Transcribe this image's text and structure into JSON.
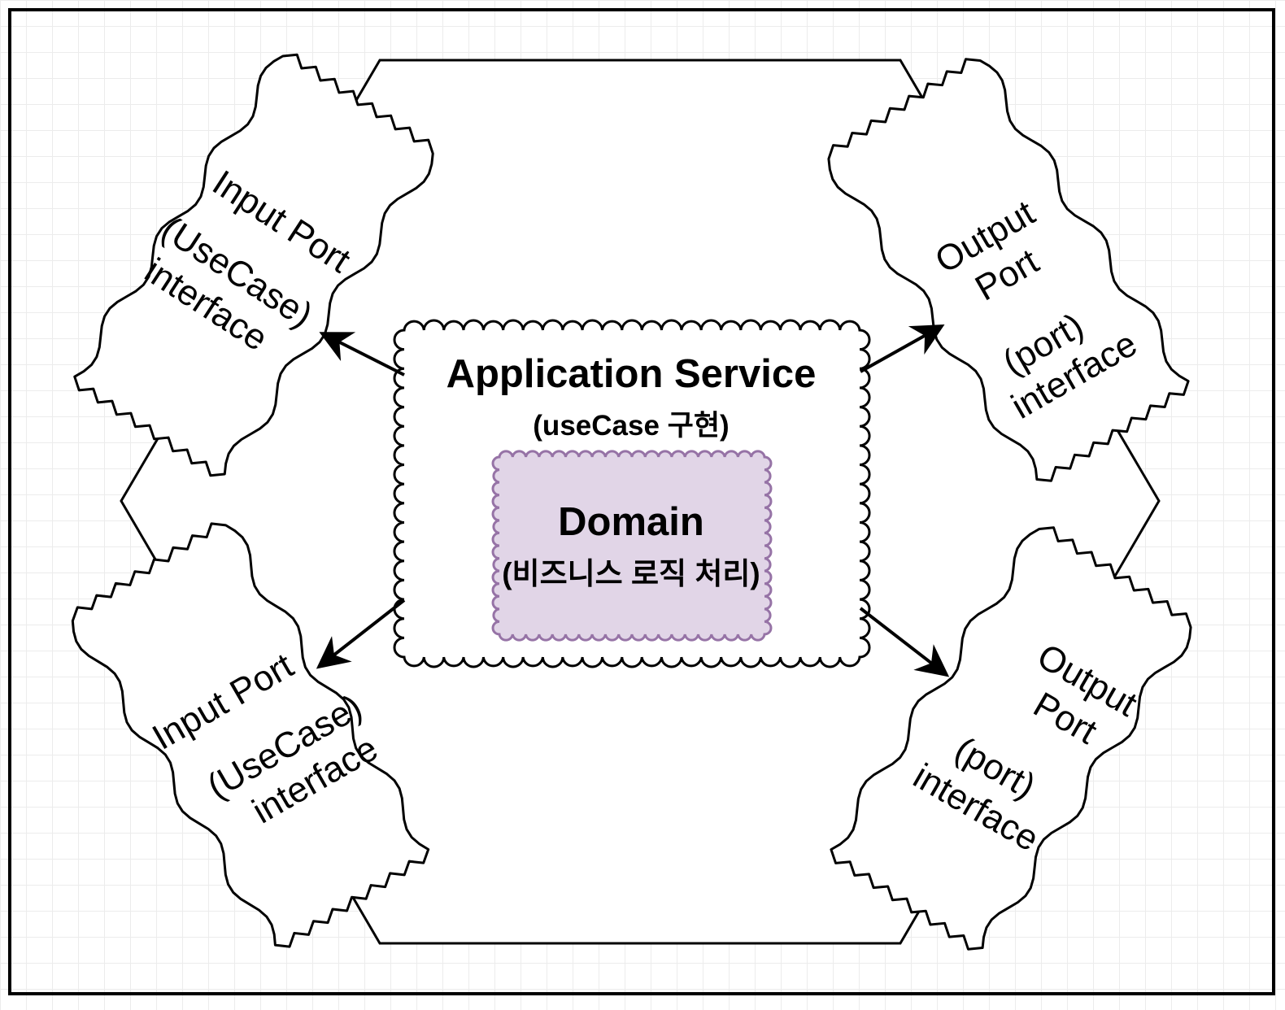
{
  "diagram": {
    "application_service": {
      "title": "Application Service",
      "subtitle": "(useCase 구현)"
    },
    "domain": {
      "title": "Domain",
      "subtitle": "(비즈니스 로직 처리)",
      "fill": "#e1d5e7",
      "stroke": "#9673a6"
    },
    "input_port_top": {
      "line1": "Input Port",
      "line2": "(UseCase)",
      "line3": "interface"
    },
    "input_port_bottom": {
      "line1": "Input Port",
      "line2": "(UseCase)",
      "line3": "interface"
    },
    "output_port_top": {
      "line1": "Output",
      "line2": "Port",
      "line3": "(port)",
      "line4": "interface"
    },
    "output_port_bottom": {
      "line1": "Output",
      "line2": "Port",
      "line3": "(port)",
      "line4": "interface"
    }
  }
}
